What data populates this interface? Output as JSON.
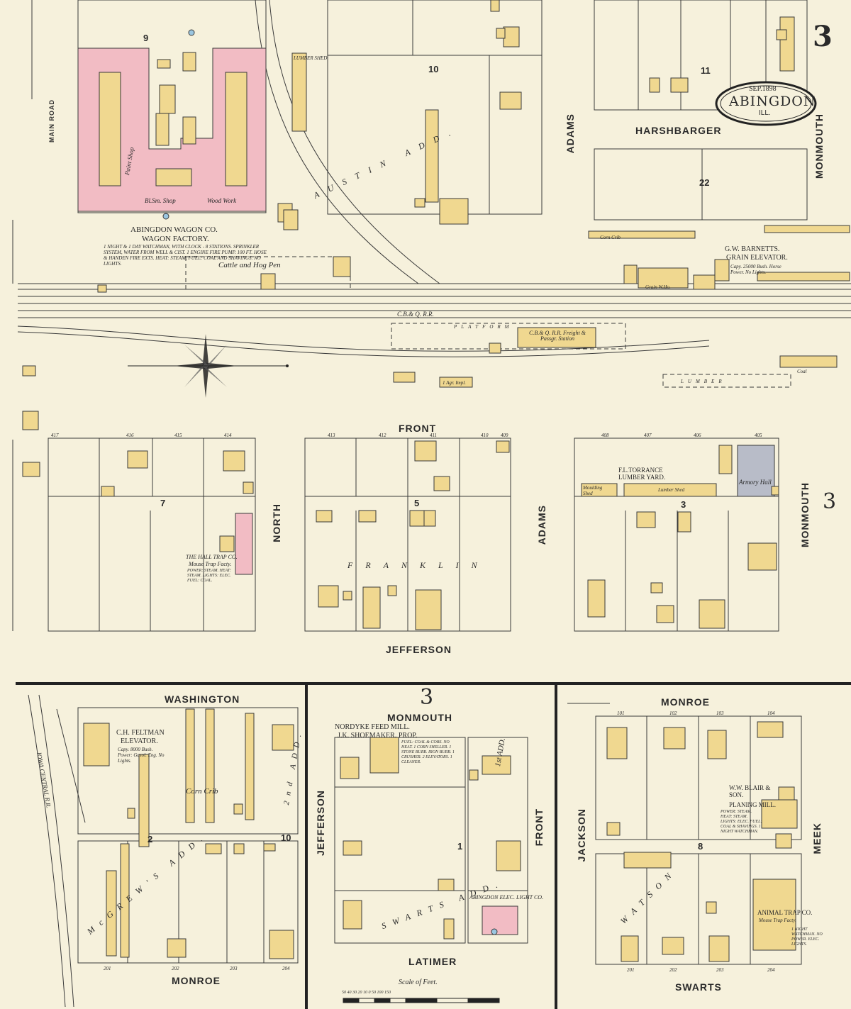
{
  "sheet": {
    "number": "3",
    "town": "ABINGDON",
    "state": "ILL.",
    "date": "SEP.1898",
    "inset_number": "3",
    "side_number": "3"
  },
  "colors": {
    "paper": "#f6f1dc",
    "frame_building": "#f0d890",
    "brick_building": "#f2bcc4",
    "stone_building": "#b8bcc8",
    "line": "#3a3a3a"
  },
  "streets": {
    "harshbarger": "HARSHBARGER",
    "monmouth_top": "MONMOUTH",
    "adams_top": "ADAMS",
    "main_road": "MAIN ROAD",
    "front": "FRONT",
    "north": "NORTH",
    "adams_mid": "ADAMS",
    "monmouth_mid": "MONMOUTH",
    "jefferson": "JEFFERSON",
    "washington": "WASHINGTON",
    "monroe_bl": "MONROE",
    "monmouth_center": "MONMOUTH",
    "jefferson_v": "JEFFERSON",
    "front_v": "FRONT",
    "latimer": "LATIMER",
    "monroe_br": "MONROE",
    "jackson": "JACKSON",
    "meek": "MEEK",
    "swarts": "SWARTS"
  },
  "blocks": [
    "9",
    "10",
    "11",
    "22",
    "7",
    "5",
    "3",
    "2",
    "10",
    "1",
    "8"
  ],
  "railroads": {
    "cbq": "C.B.& Q. R.R.",
    "iowa_central": "IOWA CENTRAL R.R."
  },
  "labels": {
    "wagon_co": "ABINGDON WAGON CO.",
    "wagon_factory": "WAGON FACTORY.",
    "wagon_notes": "1 NIGHT & 1 DAY WATCHMAN, WITH CLOCK - 8 STATIONS. SPRINKLER SYSTEM, WATER FROM WELL & CIST. 1 ENGINE FIRE PUMP. 100 FT. HOSE & HANDEN FIRE EXTS. HEAT: STEAM. FUEL: COAL AND SHAVINGS. NO LIGHTS.",
    "paint_shop": "Paint Shop",
    "wood_work": "Wood Work",
    "bl_sm_shop": "Bl.Sm. Shop",
    "cattle_pen": "Cattle and Hog Pen",
    "lumber_shed": "LUMBER SHED",
    "grain_elevator_owner": "G.W. BARNETTS.",
    "grain_elevator": "GRAIN ELEVATOR.",
    "elevator_notes": "Capy. 25000 Bush. Horse Power. No Lights.",
    "corn_crib": "Corn Crib",
    "grain_wh": "Grain W.Ho.",
    "station": "C.B.& Q. R.R. Freight & Passgr. Station",
    "platform": "PLATFORM",
    "lumber": "LUMBER",
    "coal": "Coal",
    "agr_impl": "1 Agr. Impl.",
    "torrance": "F.L.TORRANCE",
    "lumber_yard": "LUMBER YARD.",
    "lumber_shed2": "Lumber Shed",
    "moulding_shed": "Moulding Shed",
    "armory_hall": "Armory Hall",
    "hall_trap": "THE HALL TRAP CO.",
    "mouse_trap": "Mouse Trap Facty.",
    "hall_notes": "POWER: STEAM. HEAT: STEAM. LIGHTS: ELEC. FUEL: COAL.",
    "feltman": "C.H. FELTMAN",
    "feltman_elev": "ELEVATOR.",
    "feltman_notes": "Capy. 8000 Bush. Power: Gasol. Eng. No Lights.",
    "corn_crib2": "Corn Crib",
    "nordyke": "NORDYKE FEED MILL.",
    "shoemaker": "J.K. SHOEMAKER. PROP.",
    "nordyke_notes": "FUEL: COAL & COBS. NO HEAT. 1 CORN SHELLER. 1 STONE BURR. IRON BURR. 1 CRUSHER. 2 ELEVATORS. 1 CLEANER.",
    "elec_light": "ABINGDON ELEC. LIGHT CO.",
    "blair": "W.W. BLAIR & SON.",
    "planing": "PLANING MILL.",
    "blair_notes": "POWER: STEAM. HEAT: STEAM. LIGHTS: ELEC. FUEL: COAL & SHAVINGS. 1 NIGHT WATCHMAN.",
    "animal_trap": "ANIMAL TRAP CO.",
    "animal_trap_sub": "Mouse Trap Facty.",
    "animal_notes": "1 NIGHT WATCHMAN. NO POWER. ELEC. LIGHTS.",
    "scale": "Scale of Feet.",
    "scale_ticks": "50  40  30  20  10  0     50     100     150",
    "add_1": "AUSTIN ADD.",
    "add_2": "FRANKLIN",
    "add_3": "SWARTS ADD.",
    "add_4": "1st ADD.",
    "add_5": "WATSON",
    "add_6": "McGREW'S ADD.",
    "add_7": "2nd ADD."
  },
  "addresses": {
    "front_n": [
      "417",
      "416",
      "415",
      "414",
      "413",
      "412",
      "411",
      "410",
      "409",
      "408",
      "407",
      "406",
      "405"
    ],
    "monroe": [
      "101",
      "102",
      "103",
      "104"
    ],
    "monroe_s": [
      "201",
      "202",
      "203",
      "204"
    ],
    "swarts": [
      "201",
      "202",
      "203",
      "204"
    ]
  }
}
